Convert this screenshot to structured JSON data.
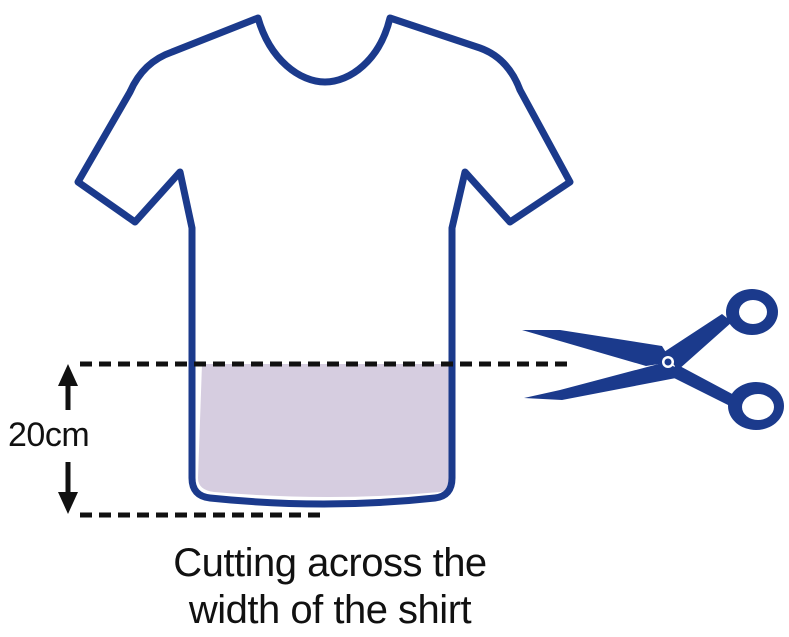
{
  "measurement": {
    "label": "20cm"
  },
  "caption": {
    "line1": "Cutting across the",
    "line2": "width of the shirt"
  },
  "colors": {
    "outline": "#1b3a8c",
    "shaded_region": "#d6cde0",
    "scissors": "#1b3a8c",
    "dash_lines": "#111111",
    "text": "#111111"
  },
  "icons": {
    "garment": "tshirt-icon",
    "tool": "scissors-icon"
  }
}
